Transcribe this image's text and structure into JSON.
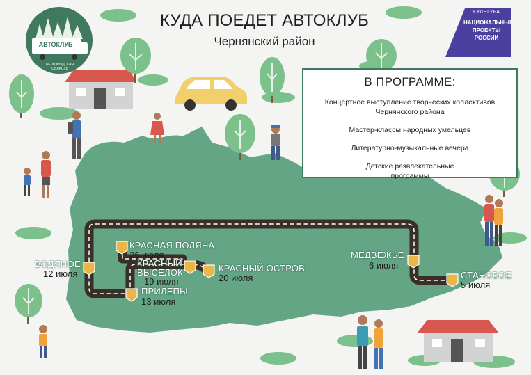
{
  "header": {
    "title": "КУДА ПОЕДЕТ АВТОКЛУБ",
    "subtitle": "Чернянский район"
  },
  "logo": {
    "name": "АВТОКЛУБ",
    "region": "БЕЛГОРОДСКАЯ ОБЛАСТЬ",
    "icon": "truck-icon"
  },
  "badge": {
    "top": "КУЛЬТУРА",
    "line1": "НАЦИОНАЛЬНЫЕ",
    "line2": "ПРОЕКТЫ",
    "line3": "РОССИИ"
  },
  "program": {
    "title": "В ПРОГРАММЕ:",
    "items": [
      "Концертное выступление творческих коллективов Чернянского района",
      "Мастер-классы народных умельцев",
      "Литературно-музыкальные  вечера",
      "Детские развлекательные программы"
    ]
  },
  "stops": [
    {
      "name": "ВОДЯНОЕ",
      "date": "12 июля"
    },
    {
      "name": "ПРИЛЕПЫ",
      "date": "13 июля"
    },
    {
      "name": "КРАСНЫЙ ВЫСЕЛОК",
      "date": "19 июля"
    },
    {
      "name": "КРАСНЫЙ ОСТРОВ",
      "date": "20 июля"
    },
    {
      "name": "КРАСНАЯ ПОЛЯНА",
      "date": "26 июля"
    },
    {
      "name": "МЕДВЕЖЬЕ",
      "date": "6 июля"
    },
    {
      "name": "СТАНОВОЕ",
      "date": "5 июля"
    }
  ],
  "colors": {
    "map_green": "#64a586",
    "road": "#3a2e28",
    "pin": "#e9b64a",
    "accent_dark": "#2f6a53",
    "badge": "#4b3fa0"
  }
}
